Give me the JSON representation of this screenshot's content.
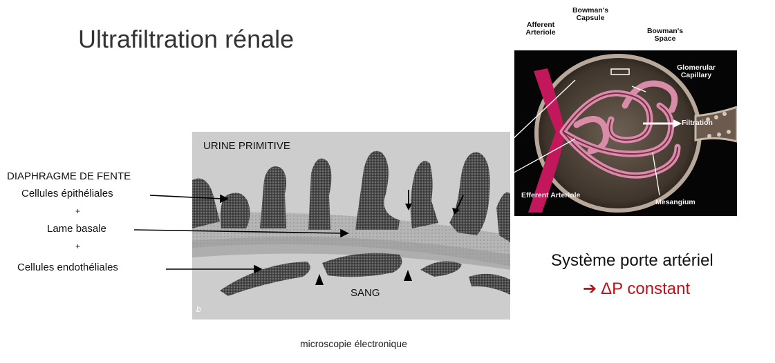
{
  "title": "Ultrafiltration rénale",
  "micrograph": {
    "label_top": "URINE PRIMITIVE",
    "label_bottom": "SANG",
    "panel_letter": "b"
  },
  "left_labels": {
    "diaphragme": "DIAPHRAGME DE FENTE",
    "epitheliales": "Cellules épithéliales",
    "plus": "+",
    "lame": "Lame basale",
    "endotheliales": "Cellules endothéliales"
  },
  "glomerulus": {
    "bowman_capsule": "Bowman's Capsule",
    "afferent": "Afferent Arteriole",
    "bowman_space": "Bowman's Space",
    "glomerular_capillary": "Glomerular Capillary",
    "filtration": "Filtration",
    "efferent": "Efferent Arteriole",
    "mesangium": "Mesangium"
  },
  "system": {
    "line1": "Système porte artériel",
    "arrow": "➔",
    "line2": "ΔP constant"
  },
  "caption": "microscopie électronique",
  "colors": {
    "accent": "#c0111a",
    "vessel": "#c2185b"
  }
}
